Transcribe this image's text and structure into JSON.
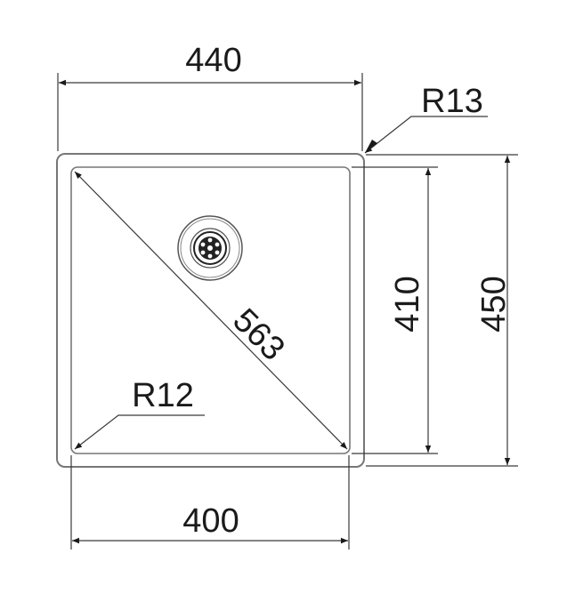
{
  "drawing": {
    "top_width": "440",
    "top_corner_radius": "R13",
    "inner_height": "410",
    "outer_height": "450",
    "diagonal": "563",
    "inner_corner_radius": "R12",
    "bottom_width": "400"
  },
  "colors": {
    "line": "#3a3a3a",
    "text": "#1a1a1a",
    "outline": "#777777"
  }
}
